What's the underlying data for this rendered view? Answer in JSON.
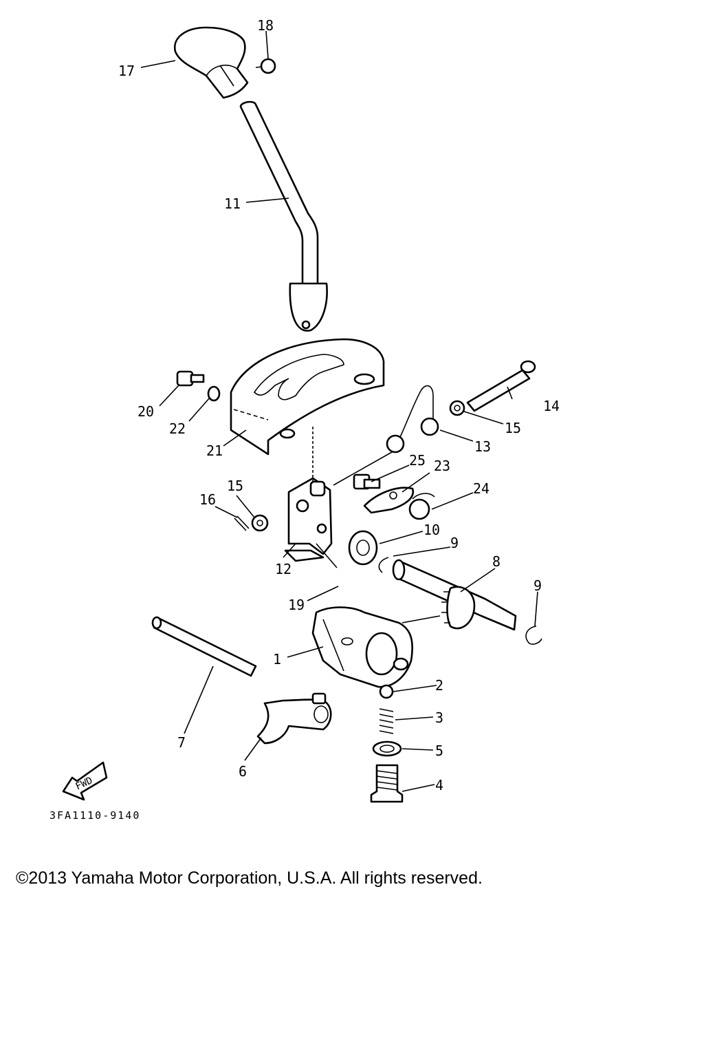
{
  "diagram": {
    "callouts": [
      {
        "id": "label-1",
        "text": "1"
      },
      {
        "id": "label-2",
        "text": "2"
      },
      {
        "id": "label-3",
        "text": "3"
      },
      {
        "id": "label-4",
        "text": "4"
      },
      {
        "id": "label-5",
        "text": "5"
      },
      {
        "id": "label-6",
        "text": "6"
      },
      {
        "id": "label-7",
        "text": "7"
      },
      {
        "id": "label-8",
        "text": "8"
      },
      {
        "id": "label-9a",
        "text": "9"
      },
      {
        "id": "label-9b",
        "text": "9"
      },
      {
        "id": "label-10",
        "text": "10"
      },
      {
        "id": "label-11",
        "text": "11"
      },
      {
        "id": "label-12",
        "text": "12"
      },
      {
        "id": "label-13",
        "text": "13"
      },
      {
        "id": "label-14",
        "text": "14"
      },
      {
        "id": "label-15a",
        "text": "15"
      },
      {
        "id": "label-15b",
        "text": "15"
      },
      {
        "id": "label-16",
        "text": "16"
      },
      {
        "id": "label-17",
        "text": "17"
      },
      {
        "id": "label-18",
        "text": "18"
      },
      {
        "id": "label-19",
        "text": "19"
      },
      {
        "id": "label-20",
        "text": "20"
      },
      {
        "id": "label-21",
        "text": "21"
      },
      {
        "id": "label-22",
        "text": "22"
      },
      {
        "id": "label-23",
        "text": "23"
      },
      {
        "id": "label-24",
        "text": "24"
      },
      {
        "id": "label-25",
        "text": "25"
      }
    ],
    "fwd_label": "FWD",
    "drawing_code": "3FA1110-9140"
  },
  "footer": {
    "copyright": "©2013 Yamaha Motor Corporation, U.S.A. All rights reserved."
  }
}
